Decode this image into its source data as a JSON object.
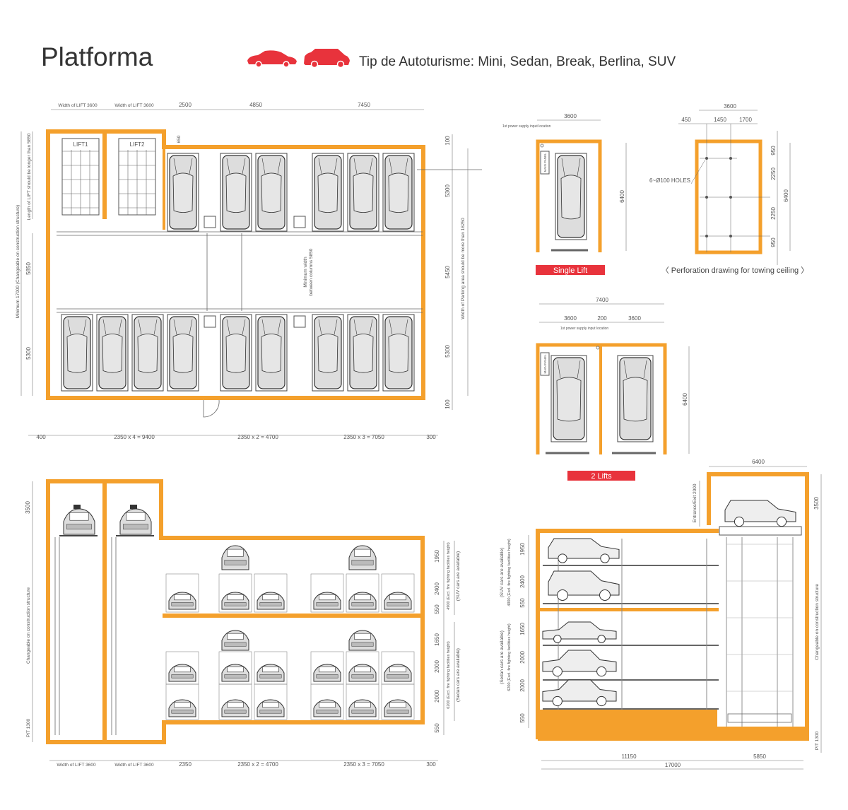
{
  "header": {
    "title": "Platforma",
    "subtitle": "Tip de Autoturisme: Mini, Sedan, Break, Berlina, SUV",
    "accent_color": "#e8333c",
    "wall_color": "#f4a02c"
  },
  "plan": {
    "lift1": "LIFT1",
    "lift2": "LIFT2",
    "top_dims": [
      "Width of LIFT 3600",
      "Width of LIFT 3600",
      "2500",
      "4850",
      "7450"
    ],
    "bottom_dims": [
      "400",
      "2350 x 4 = 9400",
      "2350 x 2 = 4700",
      "2350 x 3 = 7050",
      "300"
    ],
    "right_dims": [
      "100",
      "5300",
      "5450",
      "5300",
      "100"
    ],
    "parking_width_note": "Width of Parking area should be more than 16250",
    "min_length_note": "Minimum 17000 (Changeable on construction structure)",
    "lift_length_note": "Length of LIFT should be longer than 5850",
    "left_dims": [
      "5850",
      "5300"
    ],
    "dim_650": "650",
    "column_note_1": "Minimum width",
    "column_note_2": "between columns 5850"
  },
  "single_lift": {
    "width": "3600",
    "power_note": "1st power supply input location",
    "main_panel": "MAIN PANEL",
    "length": "6400",
    "label": "Single Lift"
  },
  "perforation": {
    "total_width": "3600",
    "widths": [
      "450",
      "1450",
      "1700"
    ],
    "holes": "6~Ø100 HOLES",
    "heights": [
      "950",
      "2250",
      "2250",
      "950"
    ],
    "total_length": "6400",
    "caption": "〈 Perforation drawing for towing ceiling 〉"
  },
  "two_lifts": {
    "total_width": "7400",
    "widths": [
      "3600",
      "200",
      "3600"
    ],
    "power_note": "1st power supply input location",
    "main_panel": "MAIN PANEL",
    "length": "6400",
    "label": "2 Lifts"
  },
  "section_left": {
    "dim_3500": "3500",
    "changeable": "Changeable on construction structure",
    "pit": "PIT 1300",
    "upper_dims": [
      "1950",
      "2400",
      "550"
    ],
    "upper_note": "4900 (Excl. fire fighting facilities height)",
    "upper_cars": "(SUV cars are available)",
    "lower_dims": [
      "1650",
      "2000",
      "2000",
      "550"
    ],
    "lower_note": "6200 (Excl. fire fighting facilities height)",
    "lower_cars": "(Sedan cars are available)",
    "bottom_dims": [
      "Width of LIFT 3600",
      "Width of LIFT 3600",
      "2350",
      "2350 x 2 = 4700",
      "2350 x 3 = 7050",
      "300"
    ]
  },
  "section_right": {
    "tower_width": "6400",
    "entrance": "Entrance/Exit 2000",
    "dim_3500": "3500",
    "changeable": "Changeable on construction structure",
    "pit": "PIT 1300",
    "upper_cars": "(SUV cars are available)",
    "upper_note": "4900 (Excl. fire fighting facilities height)",
    "upper_dims": [
      "1950",
      "2400",
      "550"
    ],
    "lower_cars": "(Sedan cars are available)",
    "lower_note": "6200 (Excl. fire fighting facilities height)",
    "lower_dims": [
      "1650",
      "2000",
      "2000",
      "550"
    ],
    "bottom_dims": [
      "11150",
      "5850",
      "17000"
    ]
  }
}
